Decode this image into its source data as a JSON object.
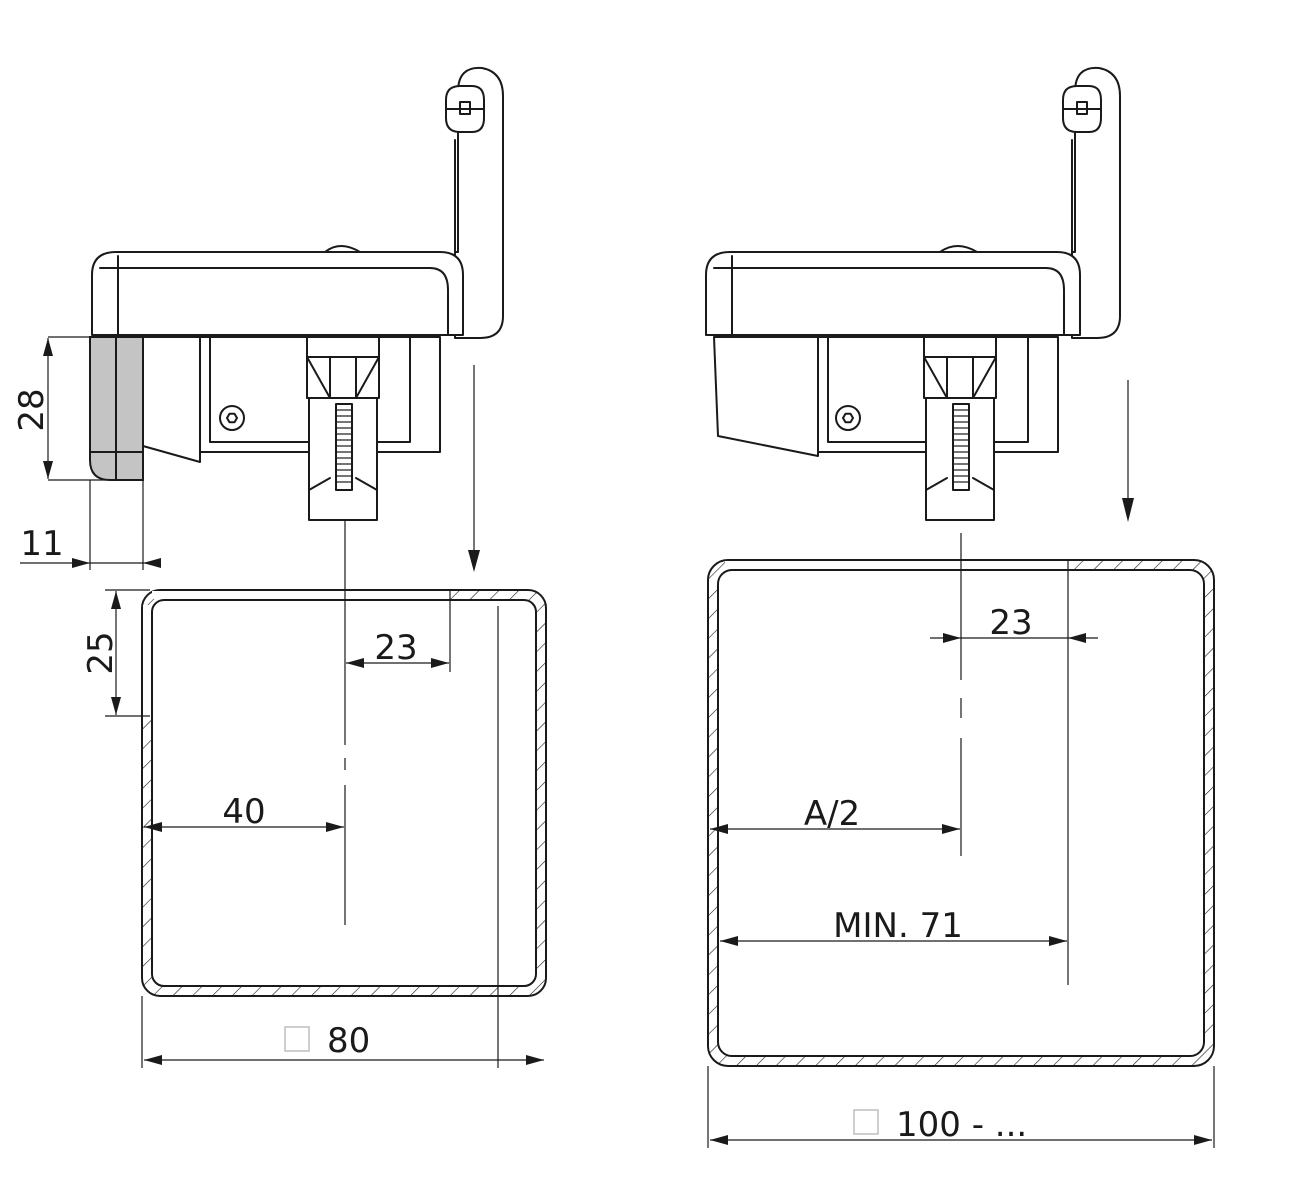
{
  "left_view": {
    "dims": {
      "height_28": "28",
      "offset_11": "11",
      "depth_25": "25",
      "offset_23": "23",
      "center_40": "40",
      "tube_size": "80"
    }
  },
  "right_view": {
    "dims": {
      "offset_23": "23",
      "half_a": "A/2",
      "min_71": "MIN. 71",
      "tube_size": "100 - ..."
    }
  }
}
